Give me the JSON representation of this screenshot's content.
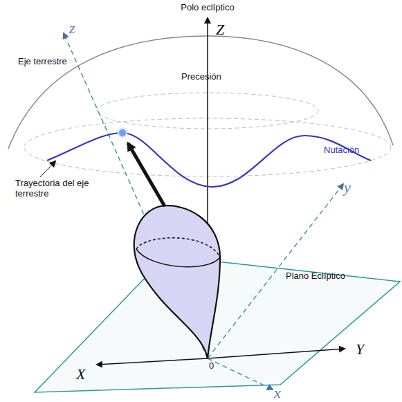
{
  "diagram": {
    "labels": [
      "Polo eclíptico",
      "Z",
      "z",
      "Eje terrestre",
      "Precesión",
      "Nutación",
      "Trayectoria del eje terrestre",
      "y",
      "Y",
      "Plano Eclíptico",
      "0",
      "X",
      "x"
    ]
  }
}
